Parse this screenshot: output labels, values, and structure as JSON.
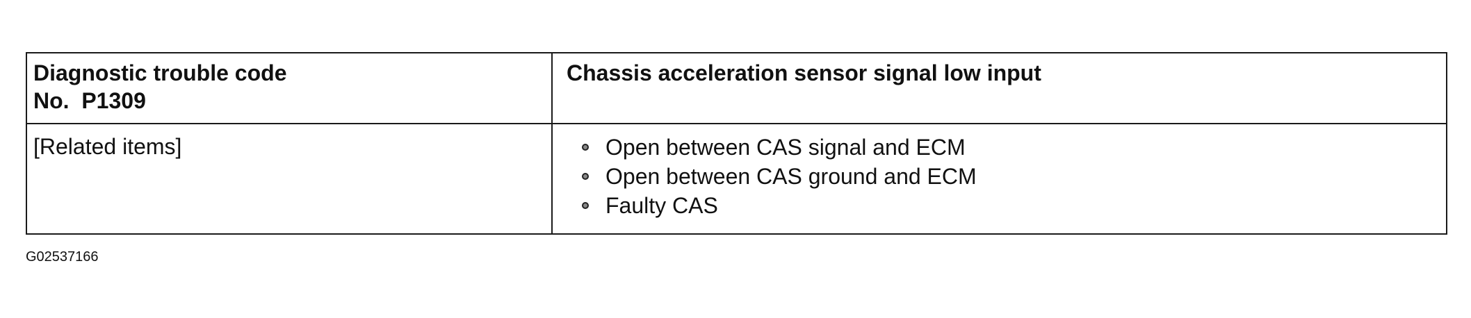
{
  "table": {
    "header": {
      "code_label_line1": "Diagnostic trouble code",
      "code_label_line2": "No.  P1309",
      "title": "Chassis acceleration sensor signal low input"
    },
    "related": {
      "label": "[Related items]",
      "items": [
        "Open between CAS signal and ECM",
        "Open between CAS ground and ECM",
        "Faulty CAS"
      ]
    }
  },
  "figure_code": "G02537166"
}
